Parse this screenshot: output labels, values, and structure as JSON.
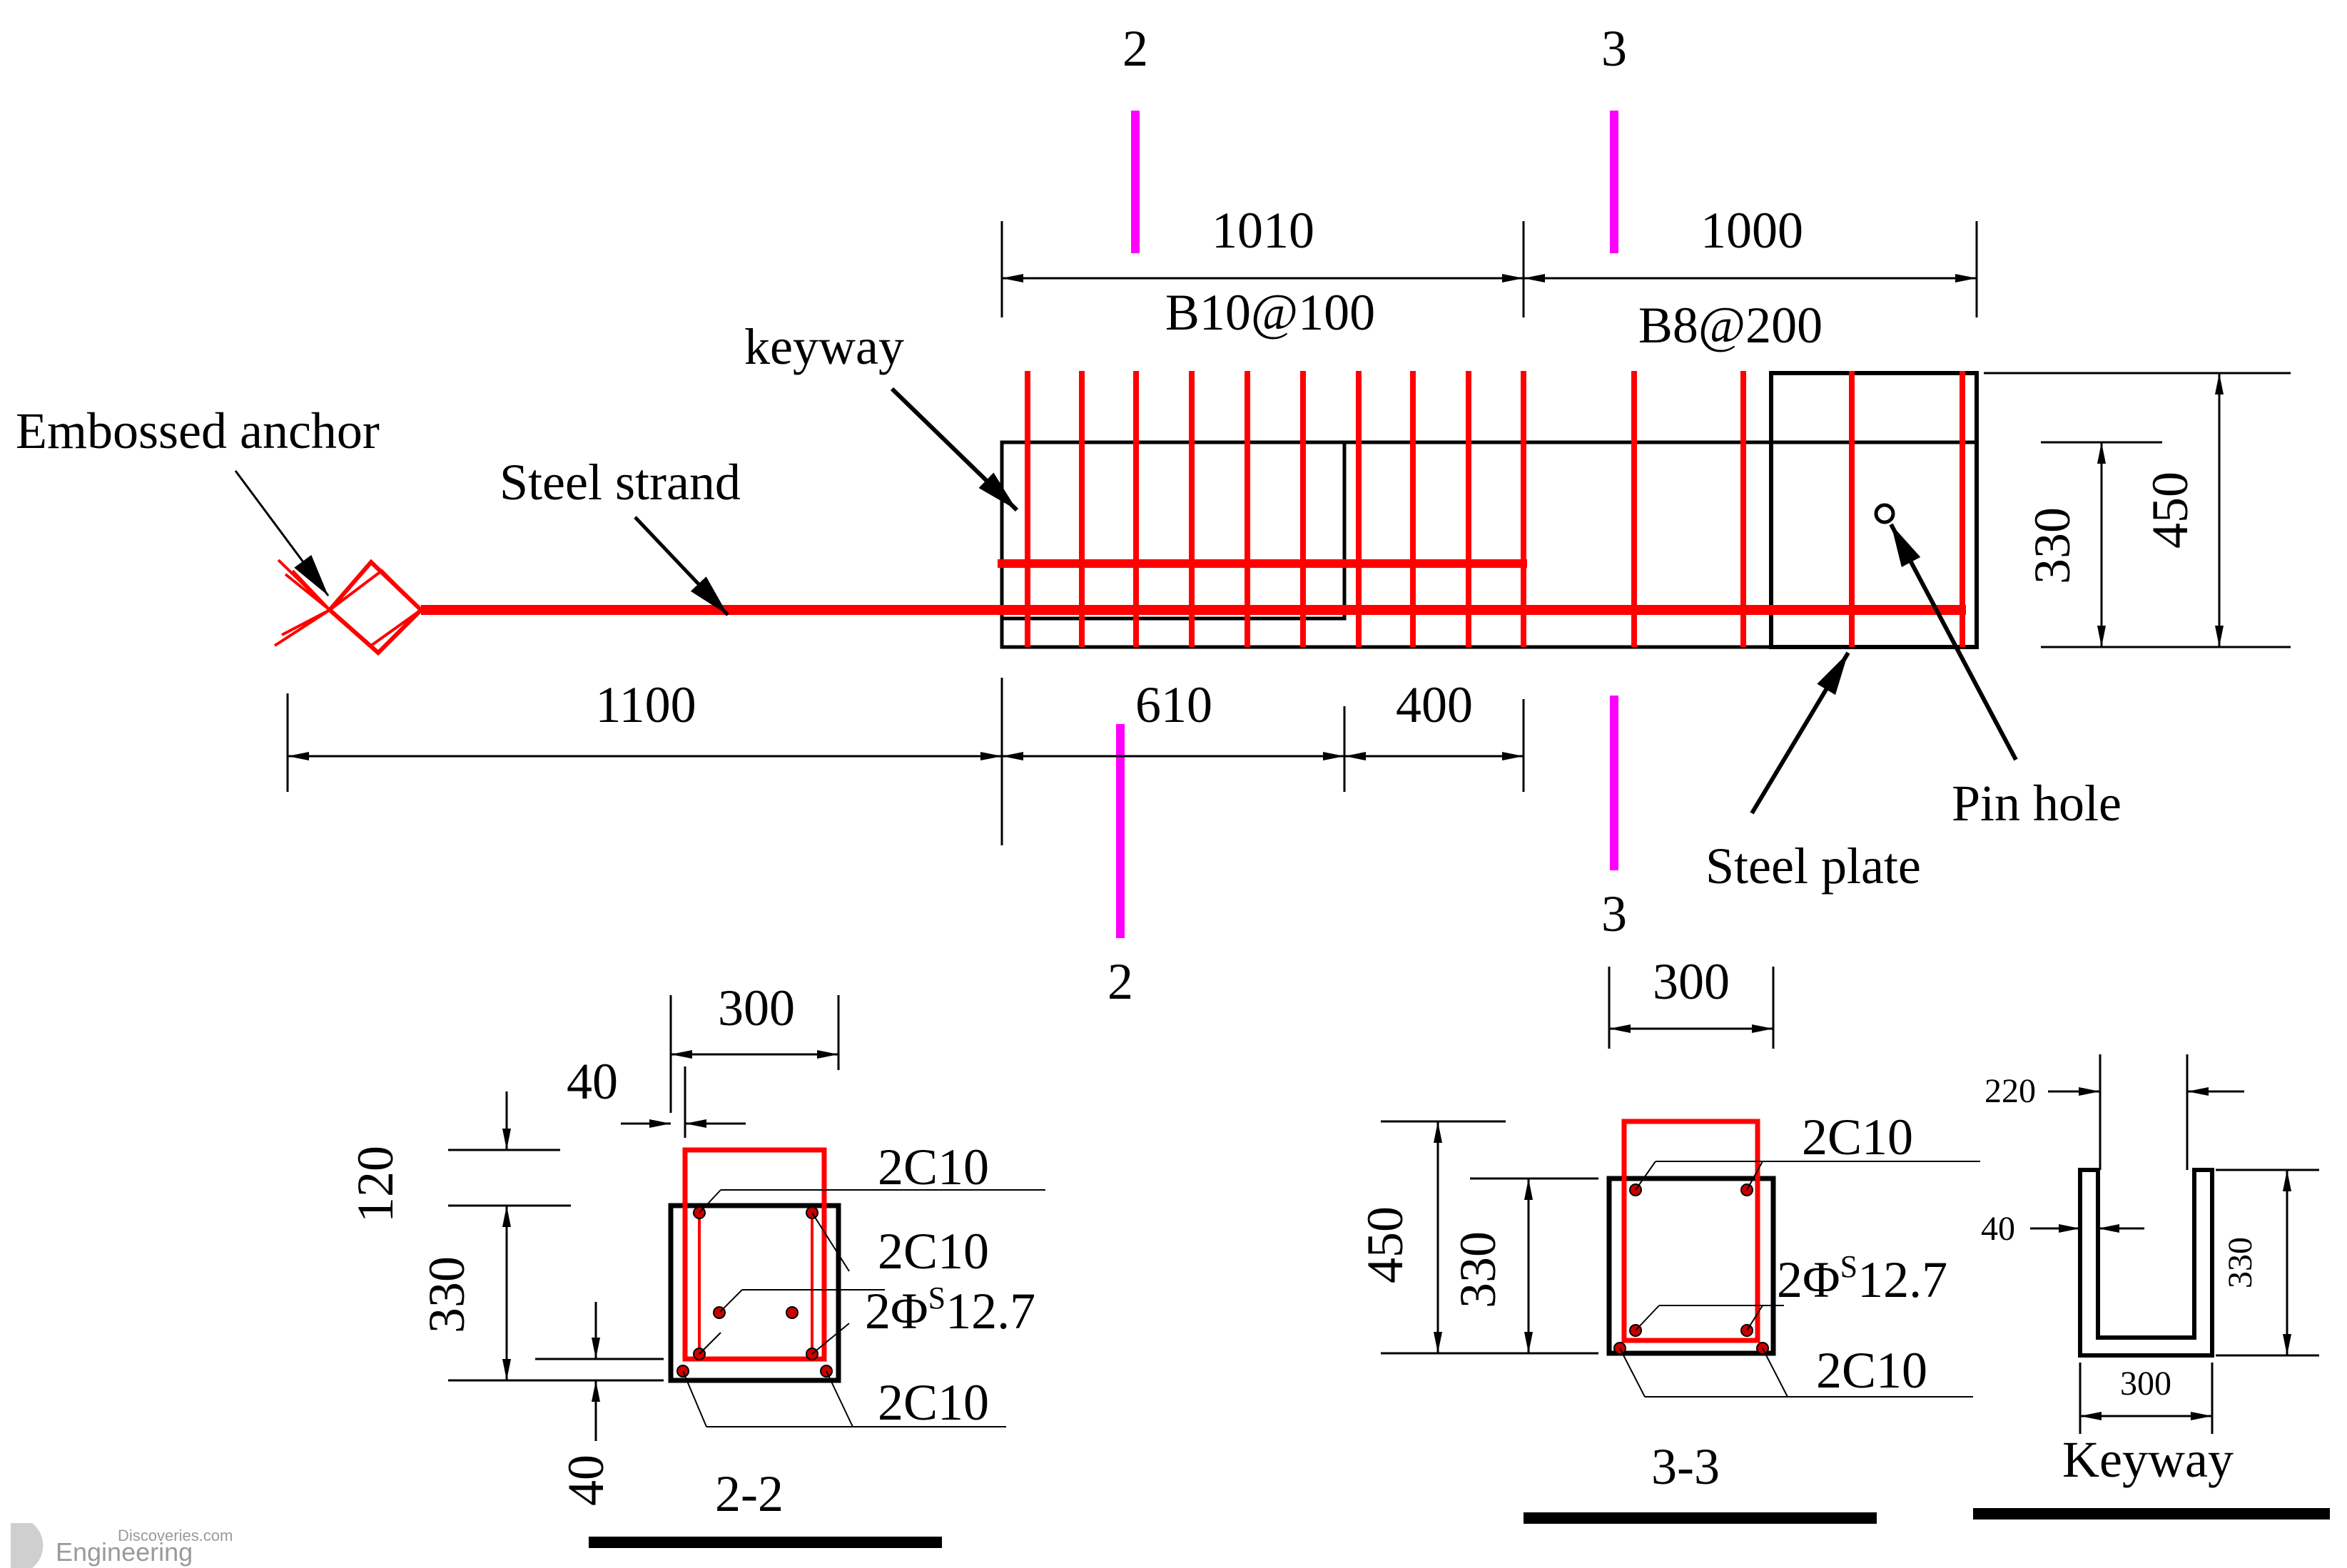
{
  "colors": {
    "line": "#000000",
    "rebar": "#ff0000",
    "section_mark": "#ff00ff",
    "watermark": "#9a9a9a"
  },
  "section_marks": {
    "top_left": "2",
    "top_right": "3",
    "bottom_left": "2",
    "bottom_right": "3"
  },
  "top_dims": {
    "d1010": "1010",
    "d1000": "1000",
    "stirrup_dense": "B10@100",
    "stirrup_sparse": "B8@200"
  },
  "bottom_dims": {
    "d1100": "1100",
    "d610": "610",
    "d400": "400"
  },
  "right_dims": {
    "d330": "330",
    "d450": "450"
  },
  "callouts": {
    "keyway": "keyway",
    "embossed_anchor": "Embossed anchor",
    "steel_strand": "Steel strand",
    "steel_plate": "Steel plate",
    "pin_hole": "Pin hole"
  },
  "section_2_2": {
    "title": "2-2",
    "width": "300",
    "cover_top": "40",
    "height_120": "120",
    "height_330": "330",
    "cover_bottom": "40",
    "bar_top": "2C10",
    "bar_mid": "2C10",
    "strand": "2Φ",
    "strand_sup": "S",
    "strand_size": "12.7",
    "bar_bottom": "2C10"
  },
  "section_3_3": {
    "title": "3-3",
    "width": "300",
    "height_450": "450",
    "height_330": "330",
    "bar_top": "2C10",
    "strand": "2Φ",
    "strand_sup": "S",
    "strand_size": "12.7",
    "bar_bottom": "2C10"
  },
  "keyway_section": {
    "title": "Keyway",
    "opening": "220",
    "wall": "40",
    "height": "330",
    "width": "300"
  },
  "watermark": {
    "line1": "Discoveries.com",
    "line2": "Engineering"
  }
}
